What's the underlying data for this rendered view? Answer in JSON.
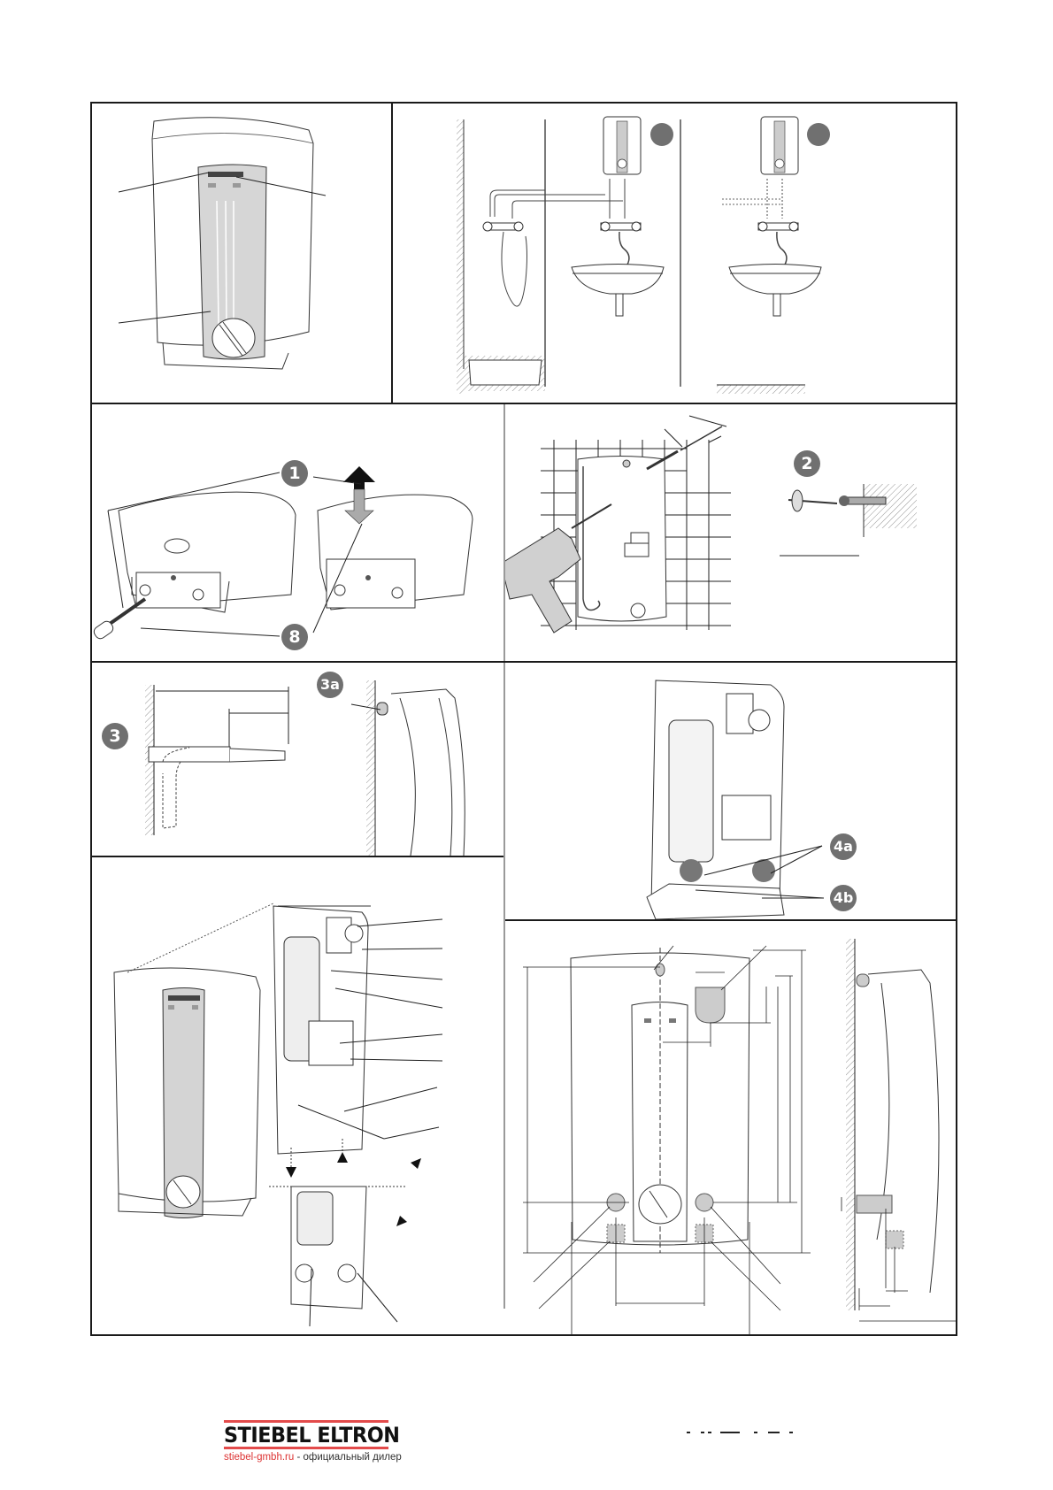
{
  "document": {
    "type": "installation-illustrations",
    "panels": [
      {
        "id": "fig-appliance-front",
        "callouts": 3
      },
      {
        "id": "fig-installation-variants",
        "badges": [
          "",
          ""
        ]
      },
      {
        "id": "fig-open-cover",
        "badges": [
          "1",
          "8"
        ]
      },
      {
        "id": "fig-drill-mount",
        "badges": [
          "2"
        ]
      },
      {
        "id": "fig-cable-prep",
        "badges": [
          "3",
          "3a"
        ]
      },
      {
        "id": "fig-internal-knockouts",
        "badges": [
          "4a",
          "4b"
        ]
      },
      {
        "id": "fig-exploded-components",
        "callouts": 10
      },
      {
        "id": "fig-dimensions",
        "callouts": 6
      }
    ]
  },
  "badges": {
    "b1": "1",
    "b8": "8",
    "b2": "2",
    "b3": "3",
    "b3a": "3a",
    "b4a": "4a",
    "b4b": "4b"
  },
  "footer": {
    "brand": "STIEBEL ELTRON",
    "url": "stiebel-gmbh.ru",
    "tagline": " - официальный дилер"
  },
  "colors": {
    "badge": "#707070",
    "brand_red": "#e34b4b",
    "line": "#1a1a1a",
    "fill_gray": "#cfcfcf"
  }
}
